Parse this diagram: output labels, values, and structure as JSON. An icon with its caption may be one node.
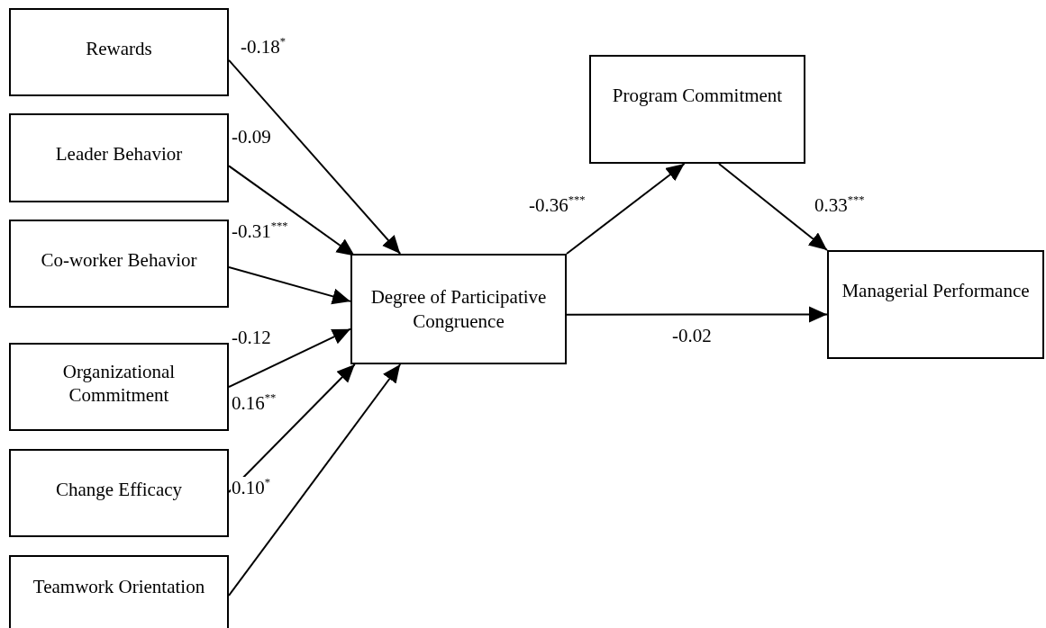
{
  "diagram": {
    "nodes": [
      {
        "text": [
          "Rewards"
        ]
      },
      {
        "text": [
          "Leader Behavior"
        ]
      },
      {
        "text": [
          "Co-worker Behavior"
        ]
      },
      {
        "text": [
          "Organizational Commitment"
        ]
      },
      {
        "text": [
          "Change Efficacy"
        ]
      },
      {
        "text": [
          "Teamwork Orientation"
        ]
      },
      {
        "text": [
          "Degree of Participative Congruence"
        ]
      },
      {
        "text": [
          "Program Commitment"
        ]
      },
      {
        "text": [
          "Managerial Performance"
        ]
      }
    ],
    "edges": [
      {
        "from": 0,
        "to": 6,
        "arrow": "to",
        "label": "-0.18$^{*}$"
      },
      {
        "from": 1,
        "to": 6,
        "arrow": "to",
        "label": "-0.09"
      },
      {
        "from": 2,
        "to": 6,
        "arrow": "to",
        "label": "-0.31$^{***}$"
      },
      {
        "from": 3,
        "to": 6,
        "arrow": "to",
        "label": "-0.12"
      },
      {
        "from": 4,
        "to": 6,
        "arrow": "to",
        "label": "0.16$^{**}$"
      },
      {
        "from": 5,
        "to": 6,
        "arrow": "to",
        "label": "0.10$^{*}$"
      },
      {
        "from": 6,
        "to": 7,
        "arrow": "to",
        "label": "-0.36$^{***}$"
      },
      {
        "from": 7,
        "to": 8,
        "arrow": "to",
        "label": "0.33$^{***}$"
      },
      {
        "from": 6,
        "to": 8,
        "arrow": "to",
        "label": "-0.02"
      }
    ]
  }
}
